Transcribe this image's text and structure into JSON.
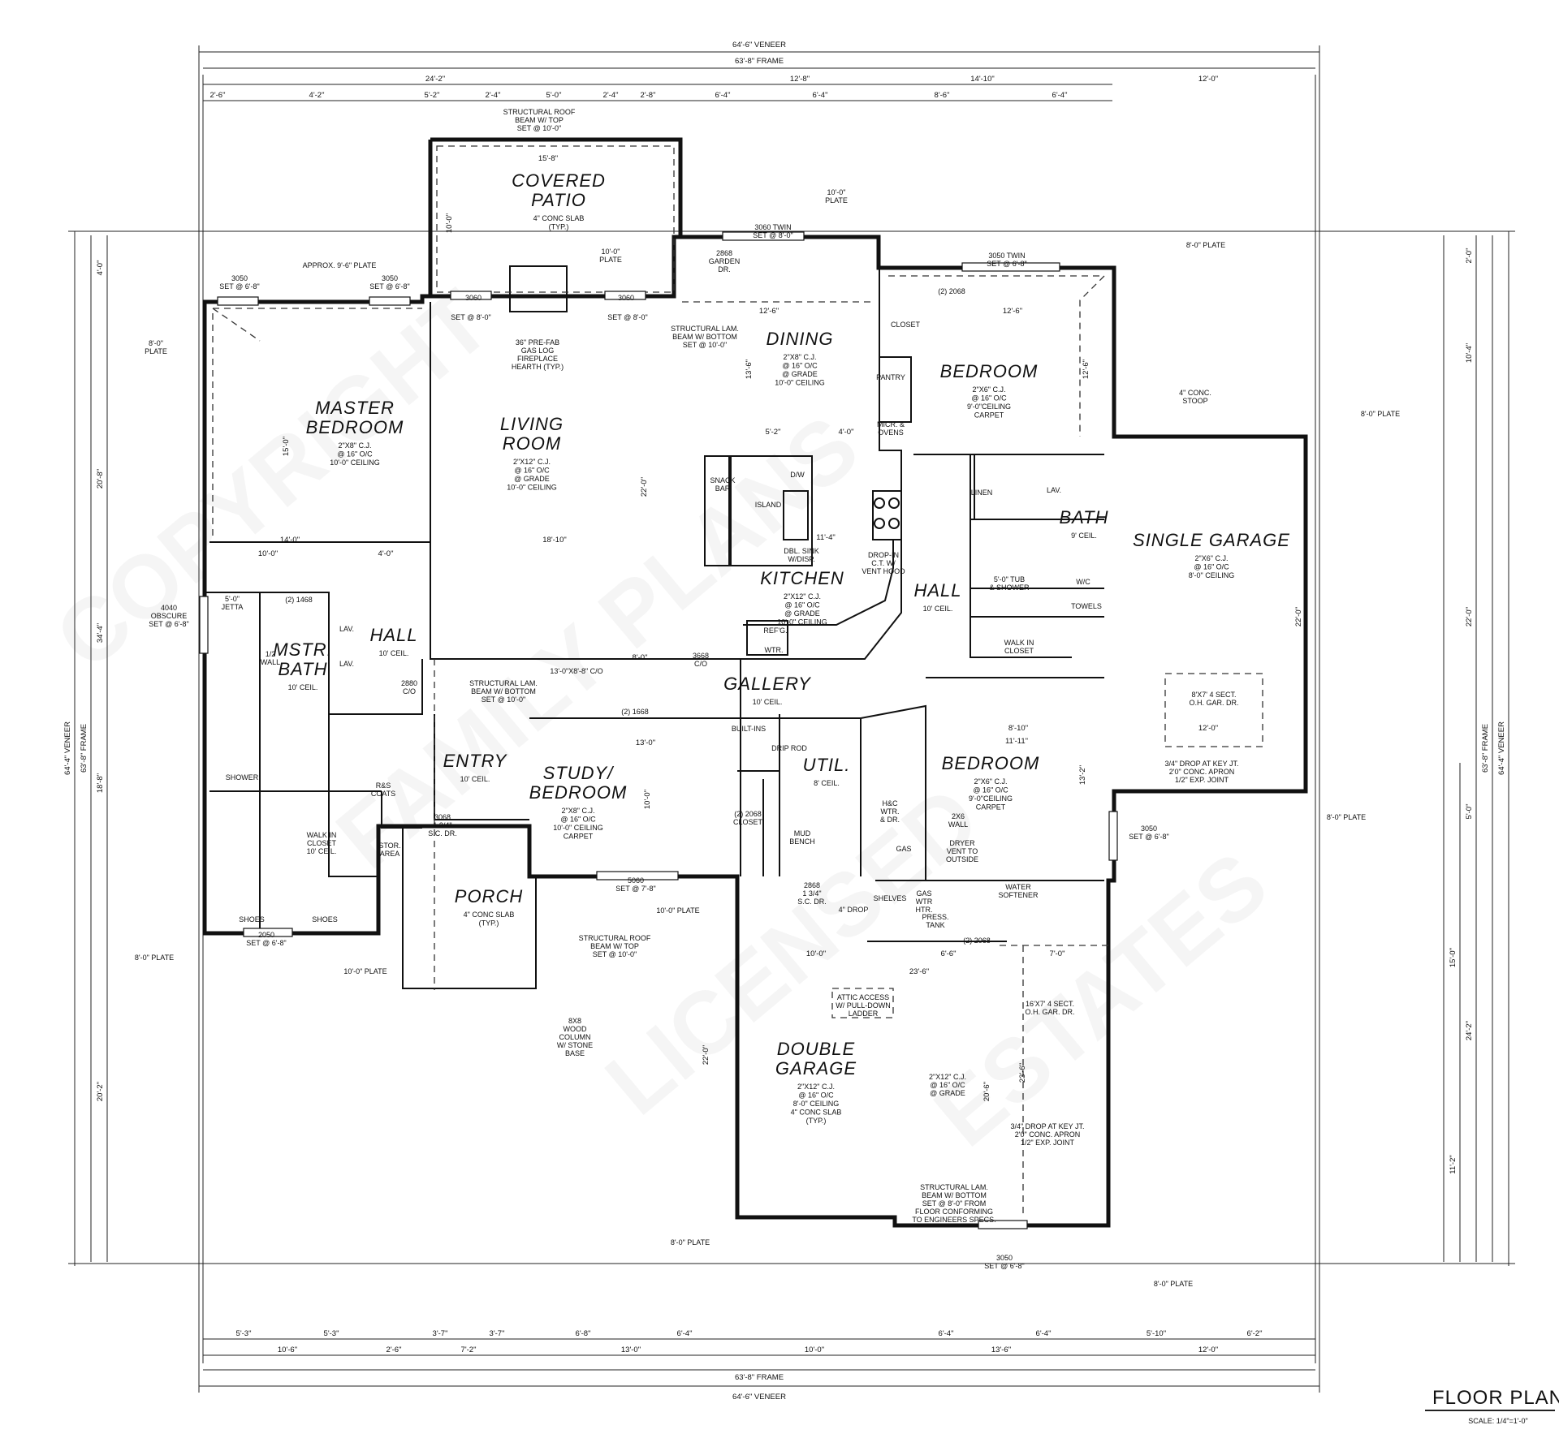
{
  "title": "FLOOR PLAN",
  "scale": "SCALE: 1/4\"=1'-0\"",
  "overall": {
    "veneer_width": "64'-6\" VENEER",
    "frame_width": "63'-8\" FRAME",
    "veneer_depth": "64'-4\" VENEER",
    "frame_depth": "63'-8\" FRAME"
  },
  "rooms": [
    {
      "id": "covered-patio",
      "label": "COVERED\nPATIO",
      "note": "4\" CONC SLAB\n(TYP.)"
    },
    {
      "id": "master-bedroom",
      "label": "MASTER\nBEDROOM",
      "note": "2\"X8\" C.J.\n@ 16\" O/C\n10'-0\" CEILING"
    },
    {
      "id": "living-room",
      "label": "LIVING\nROOM",
      "note": "2\"X12\" C.J.\n@ 16\" O/C\n@ GRADE\n10'-0\" CEILING"
    },
    {
      "id": "dining",
      "label": "DINING",
      "note": "2\"X8\" C.J.\n@ 16\" O/C\n@ GRADE\n10'-0\" CEILING"
    },
    {
      "id": "bedroom-ne",
      "label": "BEDROOM",
      "note": "2\"X6\" C.J.\n@ 16\" O/C\n9'-0\"CEILING\nCARPET"
    },
    {
      "id": "kitchen",
      "label": "KITCHEN",
      "note": "2\"X12\" C.J.\n@ 16\" O/C\n@ GRADE\n10'-0\" CEILING"
    },
    {
      "id": "bath",
      "label": "BATH",
      "note": "9' CEIL."
    },
    {
      "id": "single-garage",
      "label": "SINGLE GARAGE",
      "note": "2\"X6\" C.J.\n@ 16\" O/C\n8'-0\" CEILING"
    },
    {
      "id": "hall-east",
      "label": "HALL",
      "note": "10' CEIL."
    },
    {
      "id": "hall-west",
      "label": "HALL",
      "note": "10' CEIL."
    },
    {
      "id": "mstr-bath",
      "label": "MSTR.\nBATH",
      "note": "10' CEIL."
    },
    {
      "id": "gallery",
      "label": "GALLERY",
      "note": "10' CEIL."
    },
    {
      "id": "entry",
      "label": "ENTRY",
      "note": "10' CEIL."
    },
    {
      "id": "study-bedroom",
      "label": "STUDY/\nBEDROOM",
      "note": "2\"X8\" C.J.\n@ 16\" O/C\n10'-0\" CEILING\nCARPET"
    },
    {
      "id": "util",
      "label": "UTIL.",
      "note": "8' CEIL."
    },
    {
      "id": "bedroom-se",
      "label": "BEDROOM",
      "note": "2\"X6\" C.J.\n@ 16\" O/C\n9'-0\"CEILING\nCARPET"
    },
    {
      "id": "porch",
      "label": "PORCH",
      "note": "4\" CONC SLAB\n(TYP.)"
    },
    {
      "id": "double-garage",
      "label": "DOUBLE\nGARAGE",
      "note": "2\"X12\" C.J.\n@ 16\" O/C\n8'-0\" CEILING\n4\" CONC SLAB\n(TYP.)"
    }
  ],
  "notes": [
    {
      "id": "patio-beam",
      "text": "STRUCTURAL ROOF\nBEAM W/ TOP\nSET @ 10'-0\""
    },
    {
      "id": "fireplace",
      "text": "36\" PRE-FAB\nGAS LOG\nFIREPLACE\nHEARTH (TYP.)"
    },
    {
      "id": "lam-beam-dining",
      "text": "STRUCTURAL LAM.\nBEAM W/ BOTTOM\nSET @ 10'-0\""
    },
    {
      "id": "garden-dr",
      "text": "2868\nGARDEN\nDR."
    },
    {
      "id": "dining-window",
      "text": "3060 TWIN\nSET @ 8'-0\""
    },
    {
      "id": "bed-window",
      "text": "3050 TWIN\nSET @ 6'-8\""
    },
    {
      "id": "plate-8-ne",
      "text": "8'-0\" PLATE"
    },
    {
      "id": "plate-10-top",
      "text": "10'-0\"\nPLATE"
    },
    {
      "id": "plate-10-patio",
      "text": "10'-0\"\nPLATE"
    },
    {
      "id": "plate-approx",
      "text": "APPROX. 9'-6\" PLATE"
    },
    {
      "id": "win-3050-a",
      "text": "3050\nSET @ 6'-8\""
    },
    {
      "id": "win-3050-b",
      "text": "3050\nSET @ 6'-8\""
    },
    {
      "id": "win-3060-a",
      "text": "3060"
    },
    {
      "id": "win-3060-a-set",
      "text": "SET @ 8'-0\""
    },
    {
      "id": "win-3060-b",
      "text": "3060"
    },
    {
      "id": "win-3060-b-set",
      "text": "SET @ 8'-0\""
    },
    {
      "id": "plate-8-west",
      "text": "8'-0\"\nPLATE"
    },
    {
      "id": "conc-stoop",
      "text": "4\" CONC.\nSTOOP"
    },
    {
      "id": "plate-8-east",
      "text": "8'-0\" PLATE"
    },
    {
      "id": "snack-bar",
      "text": "SNACK\nBAR"
    },
    {
      "id": "island",
      "text": "ISLAND"
    },
    {
      "id": "dw",
      "text": "D/W"
    },
    {
      "id": "dbl-sink",
      "text": "DBL. SINK\nW/DISP."
    },
    {
      "id": "drop-in",
      "text": "DROP-IN\nC.T. W/\nVENT HOOD"
    },
    {
      "id": "micr-ovens",
      "text": "MICR. &\nOVENS"
    },
    {
      "id": "pantry",
      "text": "PANTRY"
    },
    {
      "id": "closet-ne",
      "text": "CLOSET"
    },
    {
      "id": "door-2068-ne",
      "text": "(2) 2068"
    },
    {
      "id": "linen",
      "text": "LINEN"
    },
    {
      "id": "lav-bath",
      "text": "LAV."
    },
    {
      "id": "tub",
      "text": "5'-0\" TUB\n& SHOWER"
    },
    {
      "id": "wc-bath",
      "text": "W/C"
    },
    {
      "id": "towels",
      "text": "TOWELS"
    },
    {
      "id": "walk-closet-e",
      "text": "WALK IN\nCLOSET"
    },
    {
      "id": "win-4040",
      "text": "4040\nOBSCURE\nSET @ 6'-8\""
    },
    {
      "id": "jetta",
      "text": "5'-0\"\nJETTA"
    },
    {
      "id": "shower",
      "text": "SHOWER"
    },
    {
      "id": "wall-half",
      "text": "1/2\nWALL"
    },
    {
      "id": "lav-1",
      "text": "LAV."
    },
    {
      "id": "lav-2",
      "text": "LAV."
    },
    {
      "id": "lam-beam-gallery",
      "text": "STRUCTURAL LAM.\nBEAM W/ BOTTOM\nSET @ 10'-0\""
    },
    {
      "id": "opening-13",
      "text": "13'-0\"X8'-8\" C/O"
    },
    {
      "id": "door-3668",
      "text": "3668\nC/O"
    },
    {
      "id": "door-2880",
      "text": "2880\nC/O"
    },
    {
      "id": "door-1668",
      "text": "(2) 1668"
    },
    {
      "id": "door-1468",
      "text": "(2) 1468"
    },
    {
      "id": "builtins",
      "text": "BUILT-INS"
    },
    {
      "id": "drip-rod",
      "text": "DRIP ROD"
    },
    {
      "id": "closet-study",
      "text": "(2) 2068\nCLOSET"
    },
    {
      "id": "mud-bench",
      "text": "MUD\nBENCH"
    },
    {
      "id": "hw-dr",
      "text": "H&C\nWTR.\n& DR."
    },
    {
      "id": "wall-2x6",
      "text": "2X6\nWALL"
    },
    {
      "id": "gas",
      "text": "GAS"
    },
    {
      "id": "dryer-vent",
      "text": "DRYER\nVENT TO\nOUTSIDE"
    },
    {
      "id": "walk-closet-mstr",
      "text": "WALK IN\nCLOSET\n10' CEIL."
    },
    {
      "id": "stor-area",
      "text": "STOR.\nAREA"
    },
    {
      "id": "coats",
      "text": "R&S\nCOATS"
    },
    {
      "id": "shoes-1",
      "text": "SHOES"
    },
    {
      "id": "shoes-2",
      "text": "SHOES"
    },
    {
      "id": "win-2050",
      "text": "2050\nSET @ 6'-8\""
    },
    {
      "id": "plate-8-sw",
      "text": "8'-0\" PLATE"
    },
    {
      "id": "plate-10-porch",
      "text": "10'-0\" PLATE"
    },
    {
      "id": "door-3068",
      "text": "3068\n1 3/4\"\nS.C. DR."
    },
    {
      "id": "porch-beam",
      "text": "STRUCTURAL ROOF\nBEAM W/ TOP\nSET @ 10'-0\""
    },
    {
      "id": "wood-col",
      "text": "8X8\nWOOD\nCOLUMN\nW/ STONE\nBASE"
    },
    {
      "id": "win-5060-study",
      "text": "5060\nSET @ 7'-8\""
    },
    {
      "id": "plate-10-study",
      "text": "10'-0\" PLATE"
    },
    {
      "id": "door-2868",
      "text": "2868\n1 3/4\"\nS.C. DR."
    },
    {
      "id": "drop-4",
      "text": "4\" DROP"
    },
    {
      "id": "shelves",
      "text": "SHELVES"
    },
    {
      "id": "gas-wh",
      "text": "GAS\nWTR\nHTR."
    },
    {
      "id": "press-tank",
      "text": "PRESS.\nTANK"
    },
    {
      "id": "water-softener",
      "text": "WATER\nSOFTENER"
    },
    {
      "id": "door-2068-gar",
      "text": "(2) 2068"
    },
    {
      "id": "attic",
      "text": "ATTIC ACCESS\nW/ PULL-DOWN\nLADDER"
    },
    {
      "id": "gar-dr-16",
      "text": "16'X7' 4 SECT.\nO.H. GAR. DR."
    },
    {
      "id": "gar-cj",
      "text": "2\"X12\" C.J.\n@ 16\" O/C\n@ GRADE"
    },
    {
      "id": "gar-apron-2",
      "text": "3/4\" DROP AT KEY JT.\n2'0\" CONC. APRON\n1/2\" EXP. JOINT"
    },
    {
      "id": "gar-beam",
      "text": "STRUCTURAL LAM.\nBEAM W/ BOTTOM\nSET @ 8'-0\" FROM\nFLOOR CONFORMING\nTO ENGINEERS SPECS."
    },
    {
      "id": "win-3050-gar",
      "text": "3050\nSET @ 6'-8\""
    },
    {
      "id": "plate-8-garage",
      "text": "8'-0\" PLATE"
    },
    {
      "id": "plate-8-se",
      "text": "8'-0\" PLATE"
    },
    {
      "id": "gar-dr-8",
      "text": "8'X7' 4 SECT.\nO.H. GAR. DR."
    },
    {
      "id": "gar-apron-1",
      "text": "3/4\" DROP AT KEY JT.\n2'0\" CONC. APRON\n1/2\" EXP. JOINT"
    },
    {
      "id": "plate-8-sg",
      "text": "8'-0\" PLATE"
    },
    {
      "id": "win-3050-sg",
      "text": "3050\nSET @ 6'-8\""
    },
    {
      "id": "refg",
      "text": "REF'G."
    },
    {
      "id": "wtr",
      "text": "WTR."
    }
  ],
  "dims_top_row1": [
    "2'-6\"",
    "4'-2\"",
    "5'-2\"",
    "2'-4\"",
    "5'-0\"",
    "2'-4\"",
    "2'-8\"",
    "6'-4\"",
    "6'-4\"",
    "8'-6\"",
    "6'-4\""
  ],
  "dims_top_row2": [
    "24'-2\"",
    "12'-8\"",
    "14'-10\"",
    "12'-0\""
  ],
  "dims_bottom_row1": [
    "5'-3\"",
    "5'-3\"",
    "3'-7\"",
    "3'-7\"",
    "6'-8\"",
    "6'-4\"",
    "6'-4\"",
    "6'-4\"",
    "5'-10\"",
    "6'-2\""
  ],
  "dims_bottom_row2": [
    "10'-6\"",
    "2'-6\"",
    "7'-2\"",
    "13'-0\"",
    "10'-0\"",
    "13'-6\"",
    "12'-0\""
  ],
  "dims_left": [
    "4'-0\"",
    "20'-8\"",
    "34'-4\"",
    "18'-8\"",
    "20'-2\""
  ],
  "dims_right": [
    "2'-0\"",
    "10'-4\"",
    "22'-0\"",
    "5'-0\"",
    "15'-0\"",
    "24'-2\"",
    "11'-2\""
  ],
  "dims_interior": [
    {
      "id": "patio-w",
      "text": "15'-8\""
    },
    {
      "id": "patio-d",
      "text": "10'-0\""
    },
    {
      "id": "master-w1",
      "text": "14'-0\""
    },
    {
      "id": "master-w2",
      "text": "10'-0\""
    },
    {
      "id": "master-w3",
      "text": "4'-0\""
    },
    {
      "id": "master-d",
      "text": "15'-0\""
    },
    {
      "id": "living-w",
      "text": "18'-10\""
    },
    {
      "id": "living-d",
      "text": "22'-0\""
    },
    {
      "id": "dining-w",
      "text": "12'-6\""
    },
    {
      "id": "dining-d",
      "text": "13'-6\""
    },
    {
      "id": "kitchen-w1",
      "text": "5'-2\""
    },
    {
      "id": "kitchen-w2",
      "text": "4'-0\""
    },
    {
      "id": "kitchen-d",
      "text": "11'-4\""
    },
    {
      "id": "bed-ne-w",
      "text": "12'-6\""
    },
    {
      "id": "bed-ne-d",
      "text": "12'-6\""
    },
    {
      "id": "gallery-w",
      "text": "8'-0\""
    },
    {
      "id": "study-w",
      "text": "13'-0\""
    },
    {
      "id": "study-d",
      "text": "10'-0\""
    },
    {
      "id": "bed-se-w",
      "text": "11'-11\""
    },
    {
      "id": "bed-se-w2",
      "text": "8'-10\""
    },
    {
      "id": "bed-se-d",
      "text": "13'-2\""
    },
    {
      "id": "gar-w",
      "text": "10'-0\""
    },
    {
      "id": "gar-w2",
      "text": "23'-6\""
    },
    {
      "id": "gar-w3",
      "text": "6'-6\""
    },
    {
      "id": "gar-w4",
      "text": "7'-0\""
    },
    {
      "id": "gar-d",
      "text": "22'-0\""
    },
    {
      "id": "gar-d2",
      "text": "23'-6\""
    },
    {
      "id": "gar-d3",
      "text": "20'-6\""
    },
    {
      "id": "sg-w",
      "text": "12'-0\""
    },
    {
      "id": "sg-d",
      "text": "22'-0\""
    }
  ],
  "watermark": [
    "COPYRIGHT",
    "FAMILY PLANS",
    "LICENSED",
    "ESTATES"
  ]
}
